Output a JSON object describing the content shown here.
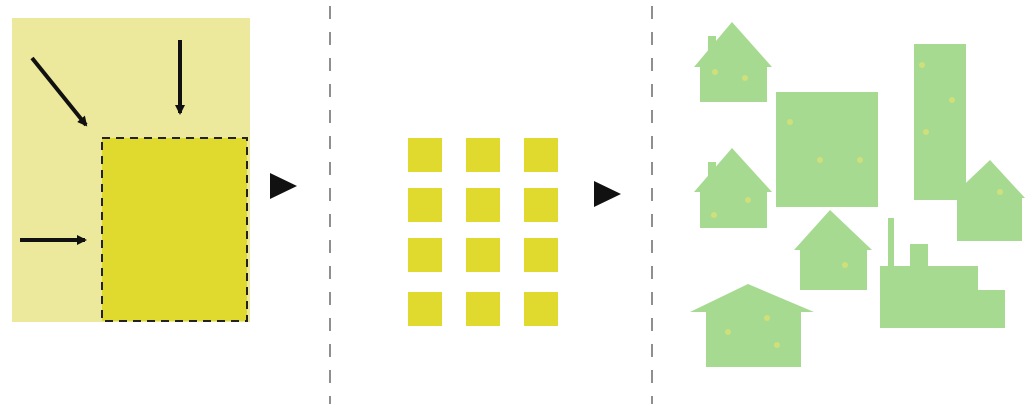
{
  "colors": {
    "background": "#ffffff",
    "area_light": "#ece99c",
    "area_core": "#e0d92e",
    "grid_unit": "#e0d92e",
    "building": "#a6da90",
    "window_dot": "#cfe07a",
    "arrow": "#111111",
    "divider": "#8f8f8f"
  },
  "icons": {
    "flow_arrow": "triangle-right",
    "building": "house-silhouette",
    "factory": "factory-silhouette"
  },
  "panels": [
    {
      "name": "site",
      "elements": [
        "area",
        "core-area",
        "inflow-arrows"
      ]
    },
    {
      "name": "grid",
      "elements": [
        "unit-squares"
      ],
      "rows": 4,
      "cols": 3
    },
    {
      "name": "buildings",
      "elements": [
        "houses",
        "towers",
        "factory"
      ]
    }
  ]
}
